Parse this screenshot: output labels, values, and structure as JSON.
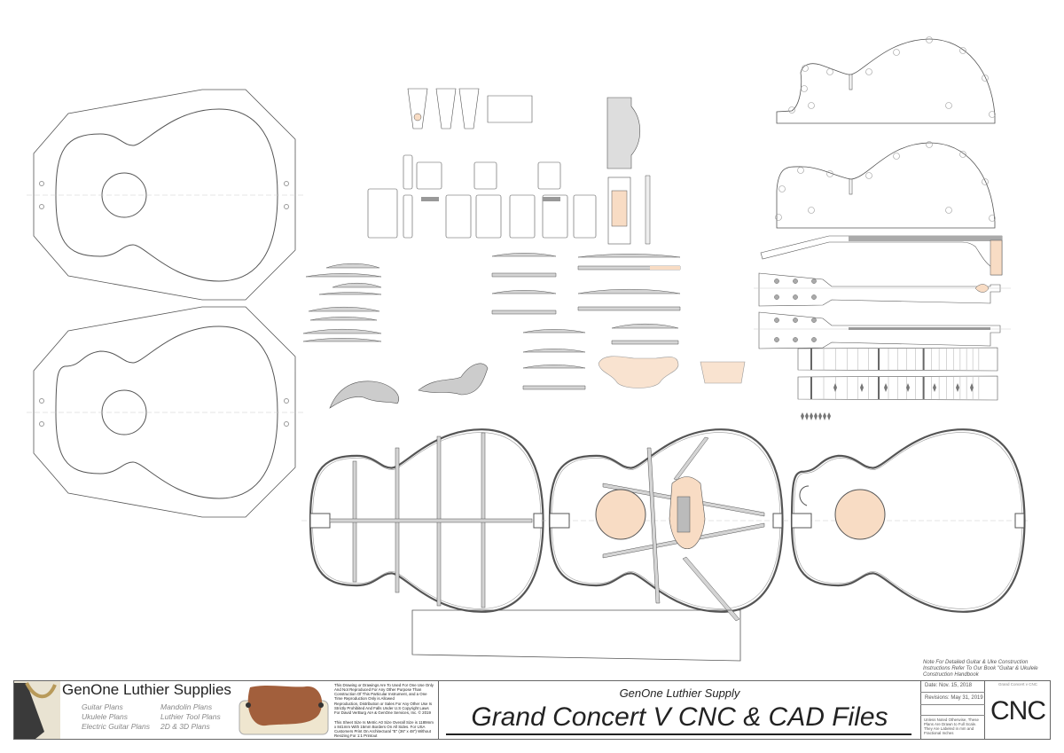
{
  "note": "Note For Detailed Guitar & Uke Construction Instructions Refer To Our Book \"Guitar & Ukulele Construction Handbook",
  "title_block": {
    "brand": "GenOne Luthier Supplies",
    "plans": [
      "Guitar Plans",
      "Ukulele Plans",
      "Electric Guitar Plans",
      "Mandolin Plans",
      "Luthier Tool Plans",
      "2D & 3D Plans"
    ],
    "legal_1": "This Drawing or Drawings Are To Used For One Use Only And Not Reproduced For Any Other Purpose Than Construction Of This Particular Instrument, and a One Time Reproduction Only is Allowed",
    "legal_2": "Reproduction, Distribution or Sales For Any Other Use Is Strictly Prohibited And Falls Under U.S Copyright Laws For David VerBurg AIA & GenOne Services, Inc. © 2019",
    "legal_3": "This Sheet Size Is Metric A0 Size Overall Size is 1189mm x 841mm With 15mm Borders On All Sides. For USA Customers Print On Architectural \"E\" (36\" x 48\") Without Resizing For 1:1 Printout",
    "company": "GenOne Luthier Supply",
    "title": "Grand Concert V CNC & CAD Files",
    "date": "Date: Nov. 15, 2018",
    "revisions": "Revisions: May 31, 2019",
    "scale_note": "Unless Noted Otherwise, These Plans Are Drawn to Full Scale. They Are Labeled in mm and Fractional Inches",
    "sheet_name": "Grand Concert v CNC",
    "sheet_code": "CNC"
  },
  "colors": {
    "line": "#555555",
    "brace_fill": "#d4d4d4",
    "wood_fill": "#f8dcc4"
  }
}
